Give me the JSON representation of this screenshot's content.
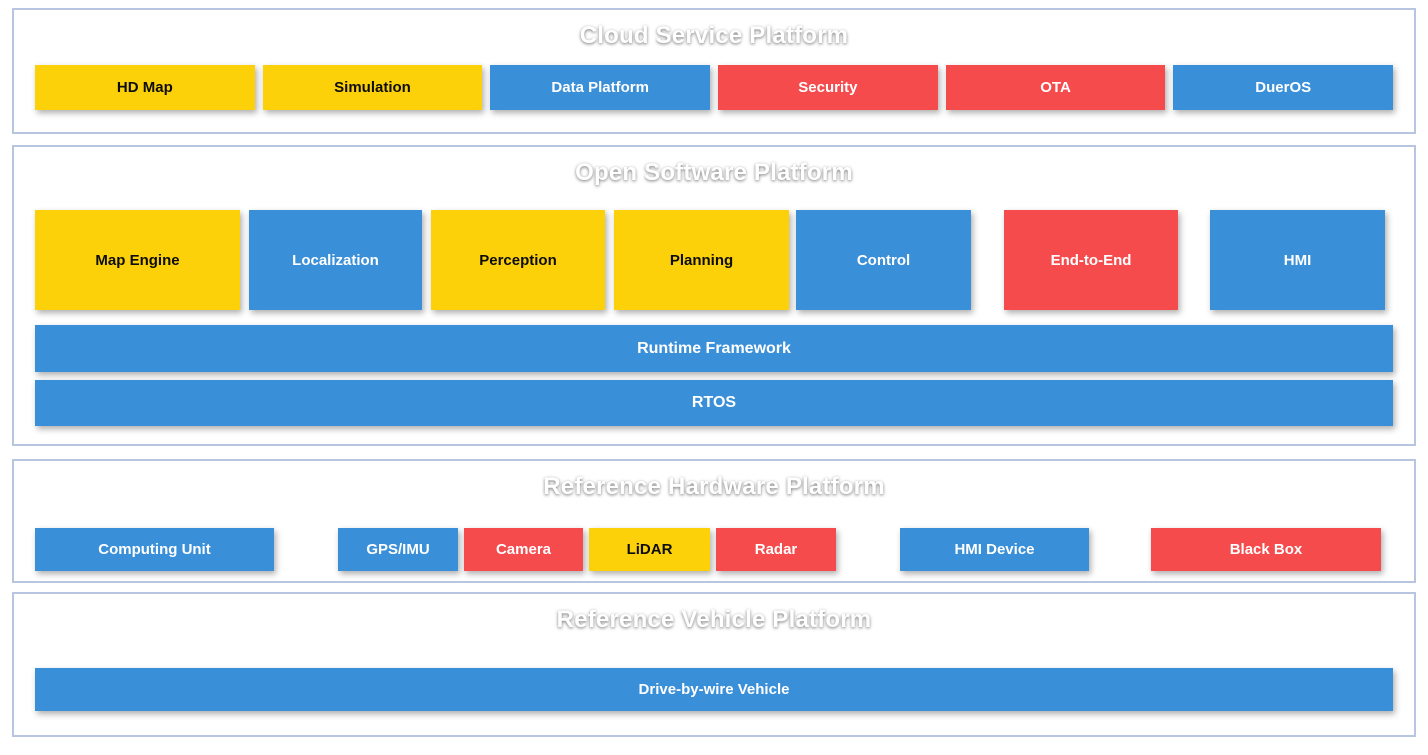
{
  "colors": {
    "yellow": "#FCD10A",
    "blue": "#3A8FD9",
    "red": "#F54B4D",
    "panel_border": "#8CA2CD",
    "title_text": "#FFFFFF",
    "yellow_box_text": "#0D0D0D"
  },
  "sections": {
    "cloud": {
      "title": "Cloud Service Platform",
      "boxes": [
        {
          "label": "HD Map",
          "color": "yellow"
        },
        {
          "label": "Simulation",
          "color": "yellow"
        },
        {
          "label": "Data Platform",
          "color": "blue"
        },
        {
          "label": "Security",
          "color": "red"
        },
        {
          "label": "OTA",
          "color": "red"
        },
        {
          "label": "DuerOS",
          "color": "blue"
        }
      ]
    },
    "software": {
      "title": "Open Software Platform",
      "boxes": [
        {
          "label": "Map Engine",
          "color": "yellow"
        },
        {
          "label": "Localization",
          "color": "blue"
        },
        {
          "label": "Perception",
          "color": "yellow"
        },
        {
          "label": "Planning",
          "color": "yellow"
        },
        {
          "label": "Control",
          "color": "blue"
        },
        {
          "label": "End-to-End",
          "color": "red"
        },
        {
          "label": "HMI",
          "color": "blue"
        }
      ],
      "bars": [
        {
          "label": "Runtime Framework",
          "color": "blue"
        },
        {
          "label": "RTOS",
          "color": "blue"
        }
      ]
    },
    "hardware": {
      "title": "Reference Hardware Platform",
      "boxes": [
        {
          "label": "Computing Unit",
          "color": "blue"
        },
        {
          "label": "GPS/IMU",
          "color": "blue"
        },
        {
          "label": "Camera",
          "color": "red"
        },
        {
          "label": "LiDAR",
          "color": "yellow"
        },
        {
          "label": "Radar",
          "color": "red"
        },
        {
          "label": "HMI Device",
          "color": "blue"
        },
        {
          "label": "Black Box",
          "color": "red"
        }
      ]
    },
    "vehicle": {
      "title": "Reference Vehicle Platform",
      "bars": [
        {
          "label": "Drive-by-wire Vehicle",
          "color": "blue"
        }
      ]
    }
  }
}
